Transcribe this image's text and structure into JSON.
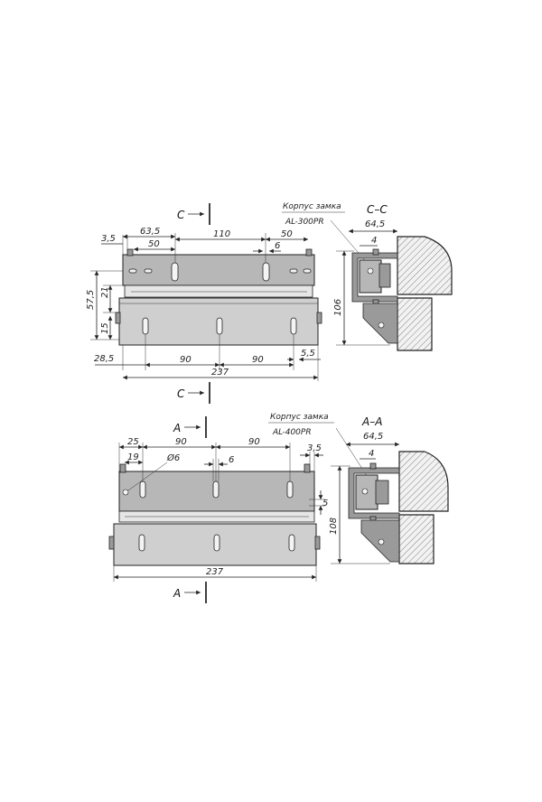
{
  "top_view": {
    "section_label_top": "C",
    "section_label_bottom": "C",
    "dimensions": {
      "d_3_5": "3,5",
      "d_63_5": "63,5",
      "d_50_left": "50",
      "d_110": "110",
      "d_50_right": "50",
      "d_6": "6",
      "d_57_5": "57,5",
      "d_21": "21",
      "d_15": "15",
      "d_28_5": "28,5",
      "d_90_left": "90",
      "d_90_right": "90",
      "d_5_5": "5,5",
      "d_237": "237"
    }
  },
  "section_cc": {
    "title": "C–C",
    "housing_label": "Корпус замка",
    "model": "AL-300PR",
    "d_64_5": "64,5",
    "d_4": "4",
    "d_106": "106"
  },
  "bottom_view": {
    "section_label_top": "A",
    "section_label_bottom": "A",
    "dimensions": {
      "d_25": "25",
      "d_90_left": "90",
      "d_90_right": "90",
      "d_19": "19",
      "d_dia6": "Ø6",
      "d_6": "6",
      "d_3_5": "3,5",
      "d_5": "5",
      "d_237": "237"
    }
  },
  "section_aa": {
    "title": "A–A",
    "housing_label": "Корпус замка",
    "model": "AL-400PR",
    "d_64_5": "64,5",
    "d_4": "4",
    "d_108": "108"
  }
}
